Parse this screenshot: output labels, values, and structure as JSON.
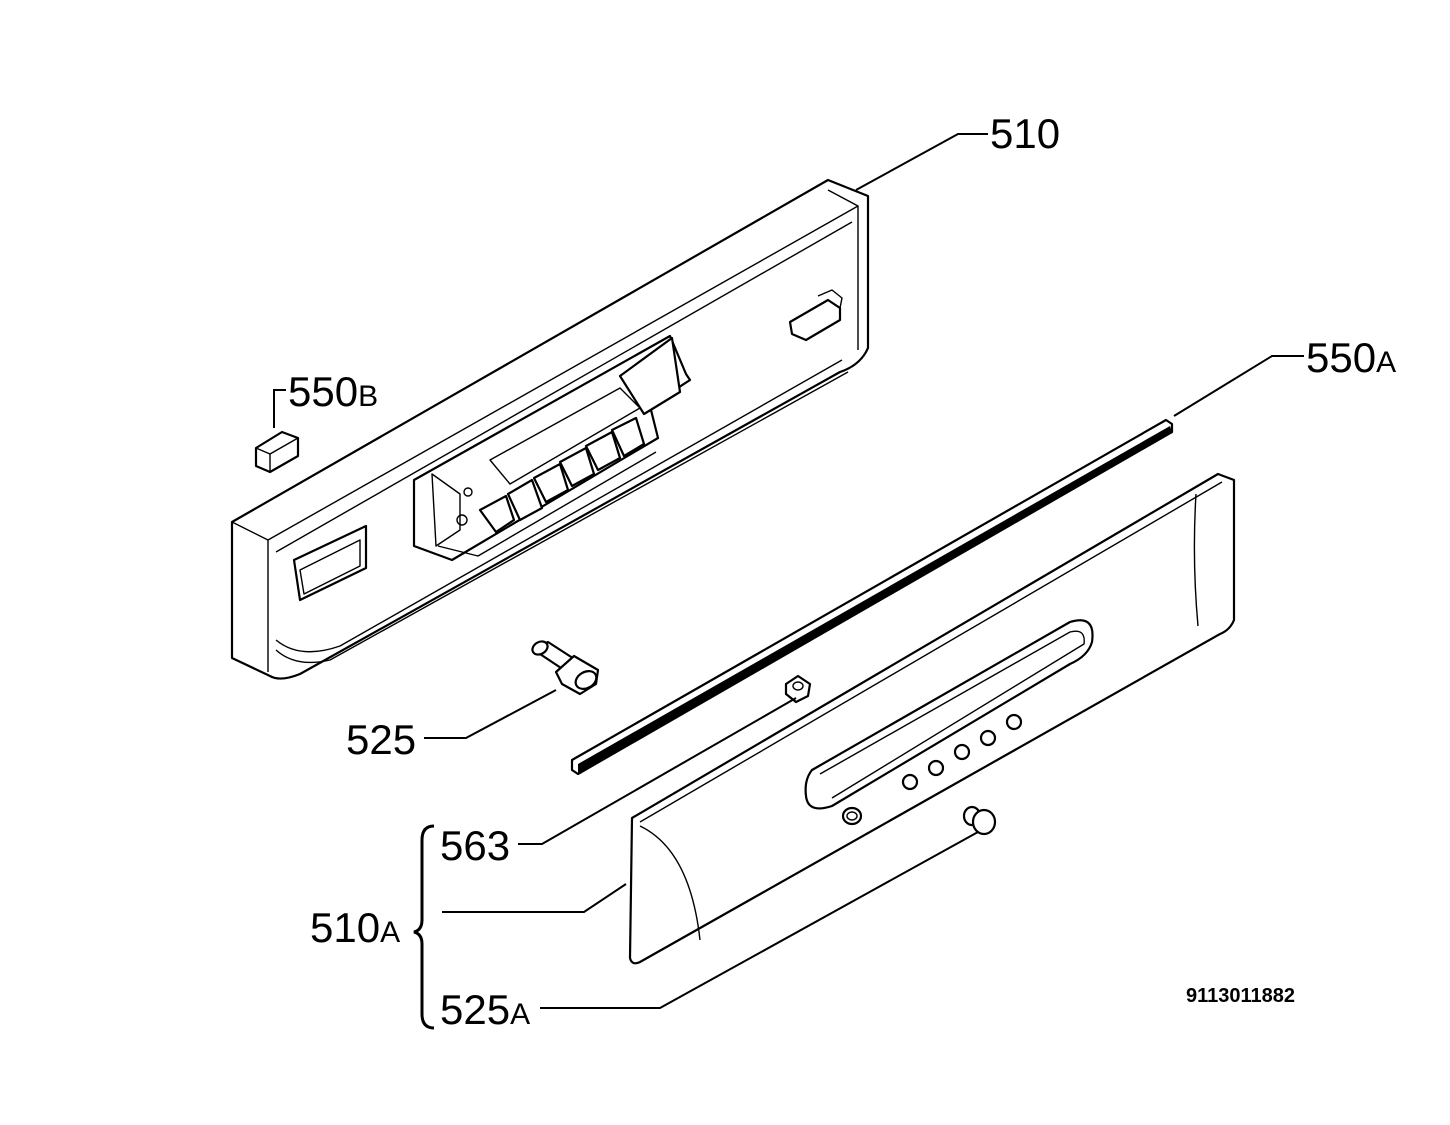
{
  "labels": {
    "p510": "510",
    "p550b_num": "550",
    "p550b_suffix": "B",
    "p550a_num": "550",
    "p550a_suffix": "A",
    "p525": "525",
    "p563": "563",
    "p510a_num": "510",
    "p510a_suffix": "A",
    "p525a_num": "525",
    "p525a_suffix": "A"
  },
  "document_number": "9113011882",
  "colors": {
    "line": "#000000",
    "background": "#ffffff"
  }
}
